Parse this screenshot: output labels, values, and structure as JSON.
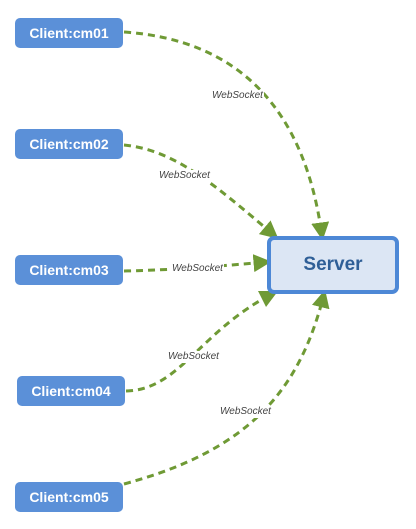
{
  "diagram": {
    "clients": [
      {
        "label": "Client:cm01"
      },
      {
        "label": "Client:cm02"
      },
      {
        "label": "Client:cm03"
      },
      {
        "label": "Client:cm04"
      },
      {
        "label": "Client:cm05"
      }
    ],
    "server": {
      "label": "Server"
    },
    "connections": [
      {
        "from": "Client:cm01",
        "to": "Server",
        "label": "WebSocket"
      },
      {
        "from": "Client:cm02",
        "to": "Server",
        "label": "WebSocket"
      },
      {
        "from": "Client:cm03",
        "to": "Server",
        "label": "WebSocket"
      },
      {
        "from": "Client:cm04",
        "to": "Server",
        "label": "WebSocket"
      },
      {
        "from": "Client:cm05",
        "to": "Server",
        "label": "WebSocket"
      }
    ],
    "colors": {
      "client_fill": "#5b90d8",
      "server_fill": "#dce6f4",
      "server_border": "#4d88d6",
      "edge": "#6f9a35"
    }
  }
}
